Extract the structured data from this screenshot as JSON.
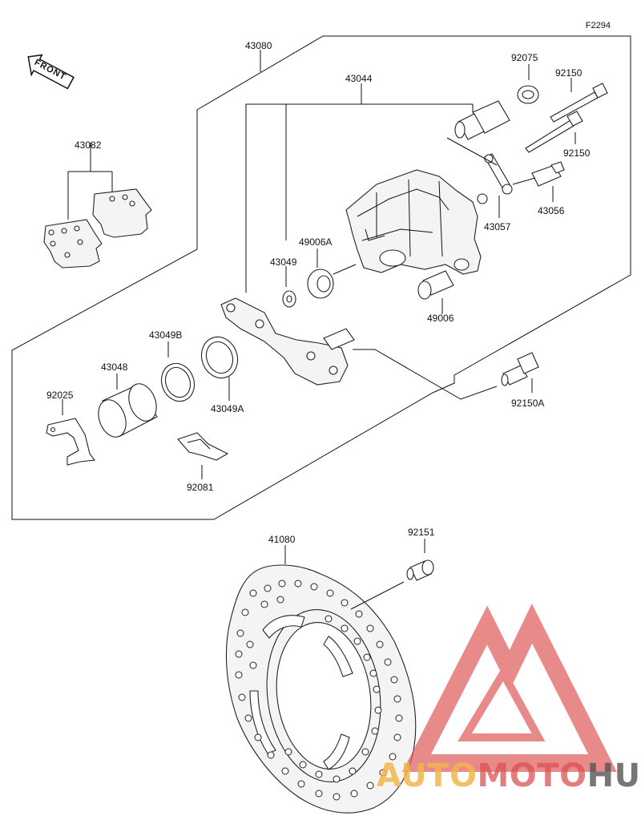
{
  "figure_code": "F2294",
  "front_label": "FRONT",
  "parts": {
    "p43080": "43080",
    "p43044": "43044",
    "p92075": "92075",
    "p92150_a": "92150",
    "p92150_b": "92150",
    "p43082": "43082",
    "p43056": "43056",
    "p43057": "43057",
    "p49006A": "49006A",
    "p43049": "43049",
    "p49006": "49006",
    "p43049B": "43049B",
    "p43048": "43048",
    "p92025": "92025",
    "p43049A": "43049A",
    "p92150A": "92150A",
    "p92081": "92081",
    "p41080": "41080",
    "p92151": "92151"
  },
  "watermark": {
    "part1": "AUTO",
    "part2": "MOTO",
    "part3": "HUB"
  },
  "colors": {
    "line": "#111111",
    "watermark_red": "#e05a5a",
    "watermark_yellow": "#f2b64c",
    "watermark_gray": "#555555"
  }
}
